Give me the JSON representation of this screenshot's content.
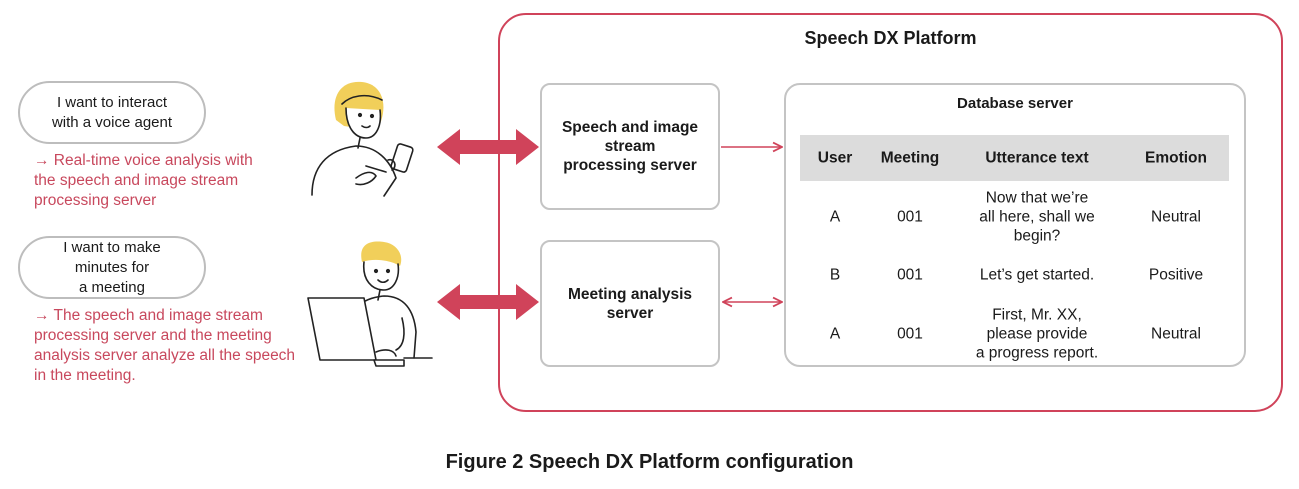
{
  "platform": {
    "title": "Speech DX Platform"
  },
  "servers": {
    "speech": "Speech and image\nstream\nprocessing server",
    "meeting": "Meeting analysis\nserver"
  },
  "database": {
    "title": "Database server",
    "columns": [
      "User",
      "Meeting",
      "Utterance text",
      "Emotion"
    ],
    "rows": [
      [
        "A",
        "001",
        "Now that we’re\nall here, shall we\nbegin?",
        "Neutral"
      ],
      [
        "B",
        "001",
        "Let’s get started.",
        "Positive"
      ],
      [
        "A",
        "001",
        "First, Mr. XX,\nplease provide\na progress report.",
        "Neutral"
      ]
    ]
  },
  "users": [
    {
      "bubble": "I want to interact\nwith a voice agent",
      "note": "→ Real-time voice analysis with\nthe speech and image stream\nprocessing server"
    },
    {
      "bubble": "I want to make\nminutes for\na meeting",
      "note": "→ The speech and image stream\nprocessing server and the meeting\nanalysis server analyze all the speech\nin the meeting."
    }
  ],
  "caption": "Figure 2  Speech DX Platform configuration",
  "colors": {
    "accent": "#d0435a",
    "note_text": "#c8485d",
    "box_border": "#c4c4c4",
    "table_header": "#dcdcdc"
  },
  "icons": [
    "woman-with-tablet-illustration",
    "man-with-laptop-illustration"
  ]
}
